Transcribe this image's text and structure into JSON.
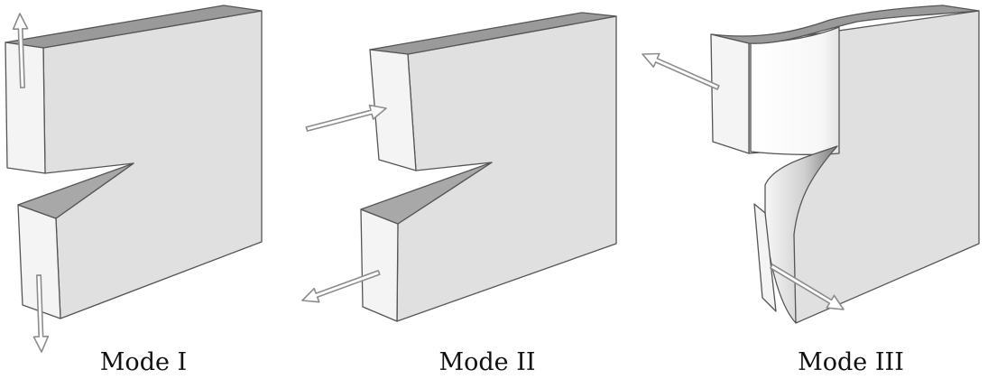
{
  "figure": {
    "panels": [
      {
        "caption": "Mode I"
      },
      {
        "caption": "Mode II"
      },
      {
        "caption": "Mode III"
      }
    ],
    "colors": {
      "face": "#e0e0e0",
      "side": "#f4f4f4",
      "top": "#9a9a9a",
      "edge": "#555555",
      "arrow_fill": "#ffffff",
      "arrow_stroke": "#8c8c8c"
    }
  }
}
